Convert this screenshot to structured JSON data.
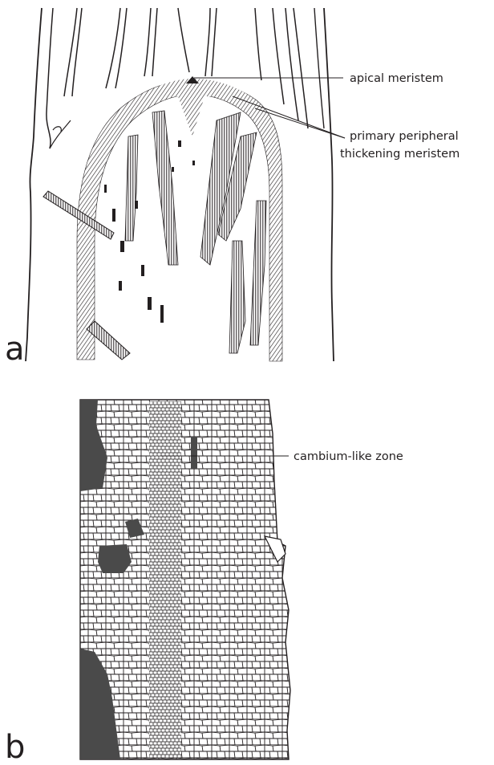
{
  "panels": [
    {
      "letter": "a",
      "labels": {
        "apical": "apical meristem",
        "pptm_line1": "primary peripheral",
        "pptm_line2": "thickening meristem"
      }
    },
    {
      "letter": "b",
      "labels": {
        "cambium": "cambium-like zone"
      }
    }
  ],
  "colors": {
    "ink": "#231f20",
    "shaded": "#8a8a8a",
    "dark_tissue": "#4a4a4a"
  }
}
